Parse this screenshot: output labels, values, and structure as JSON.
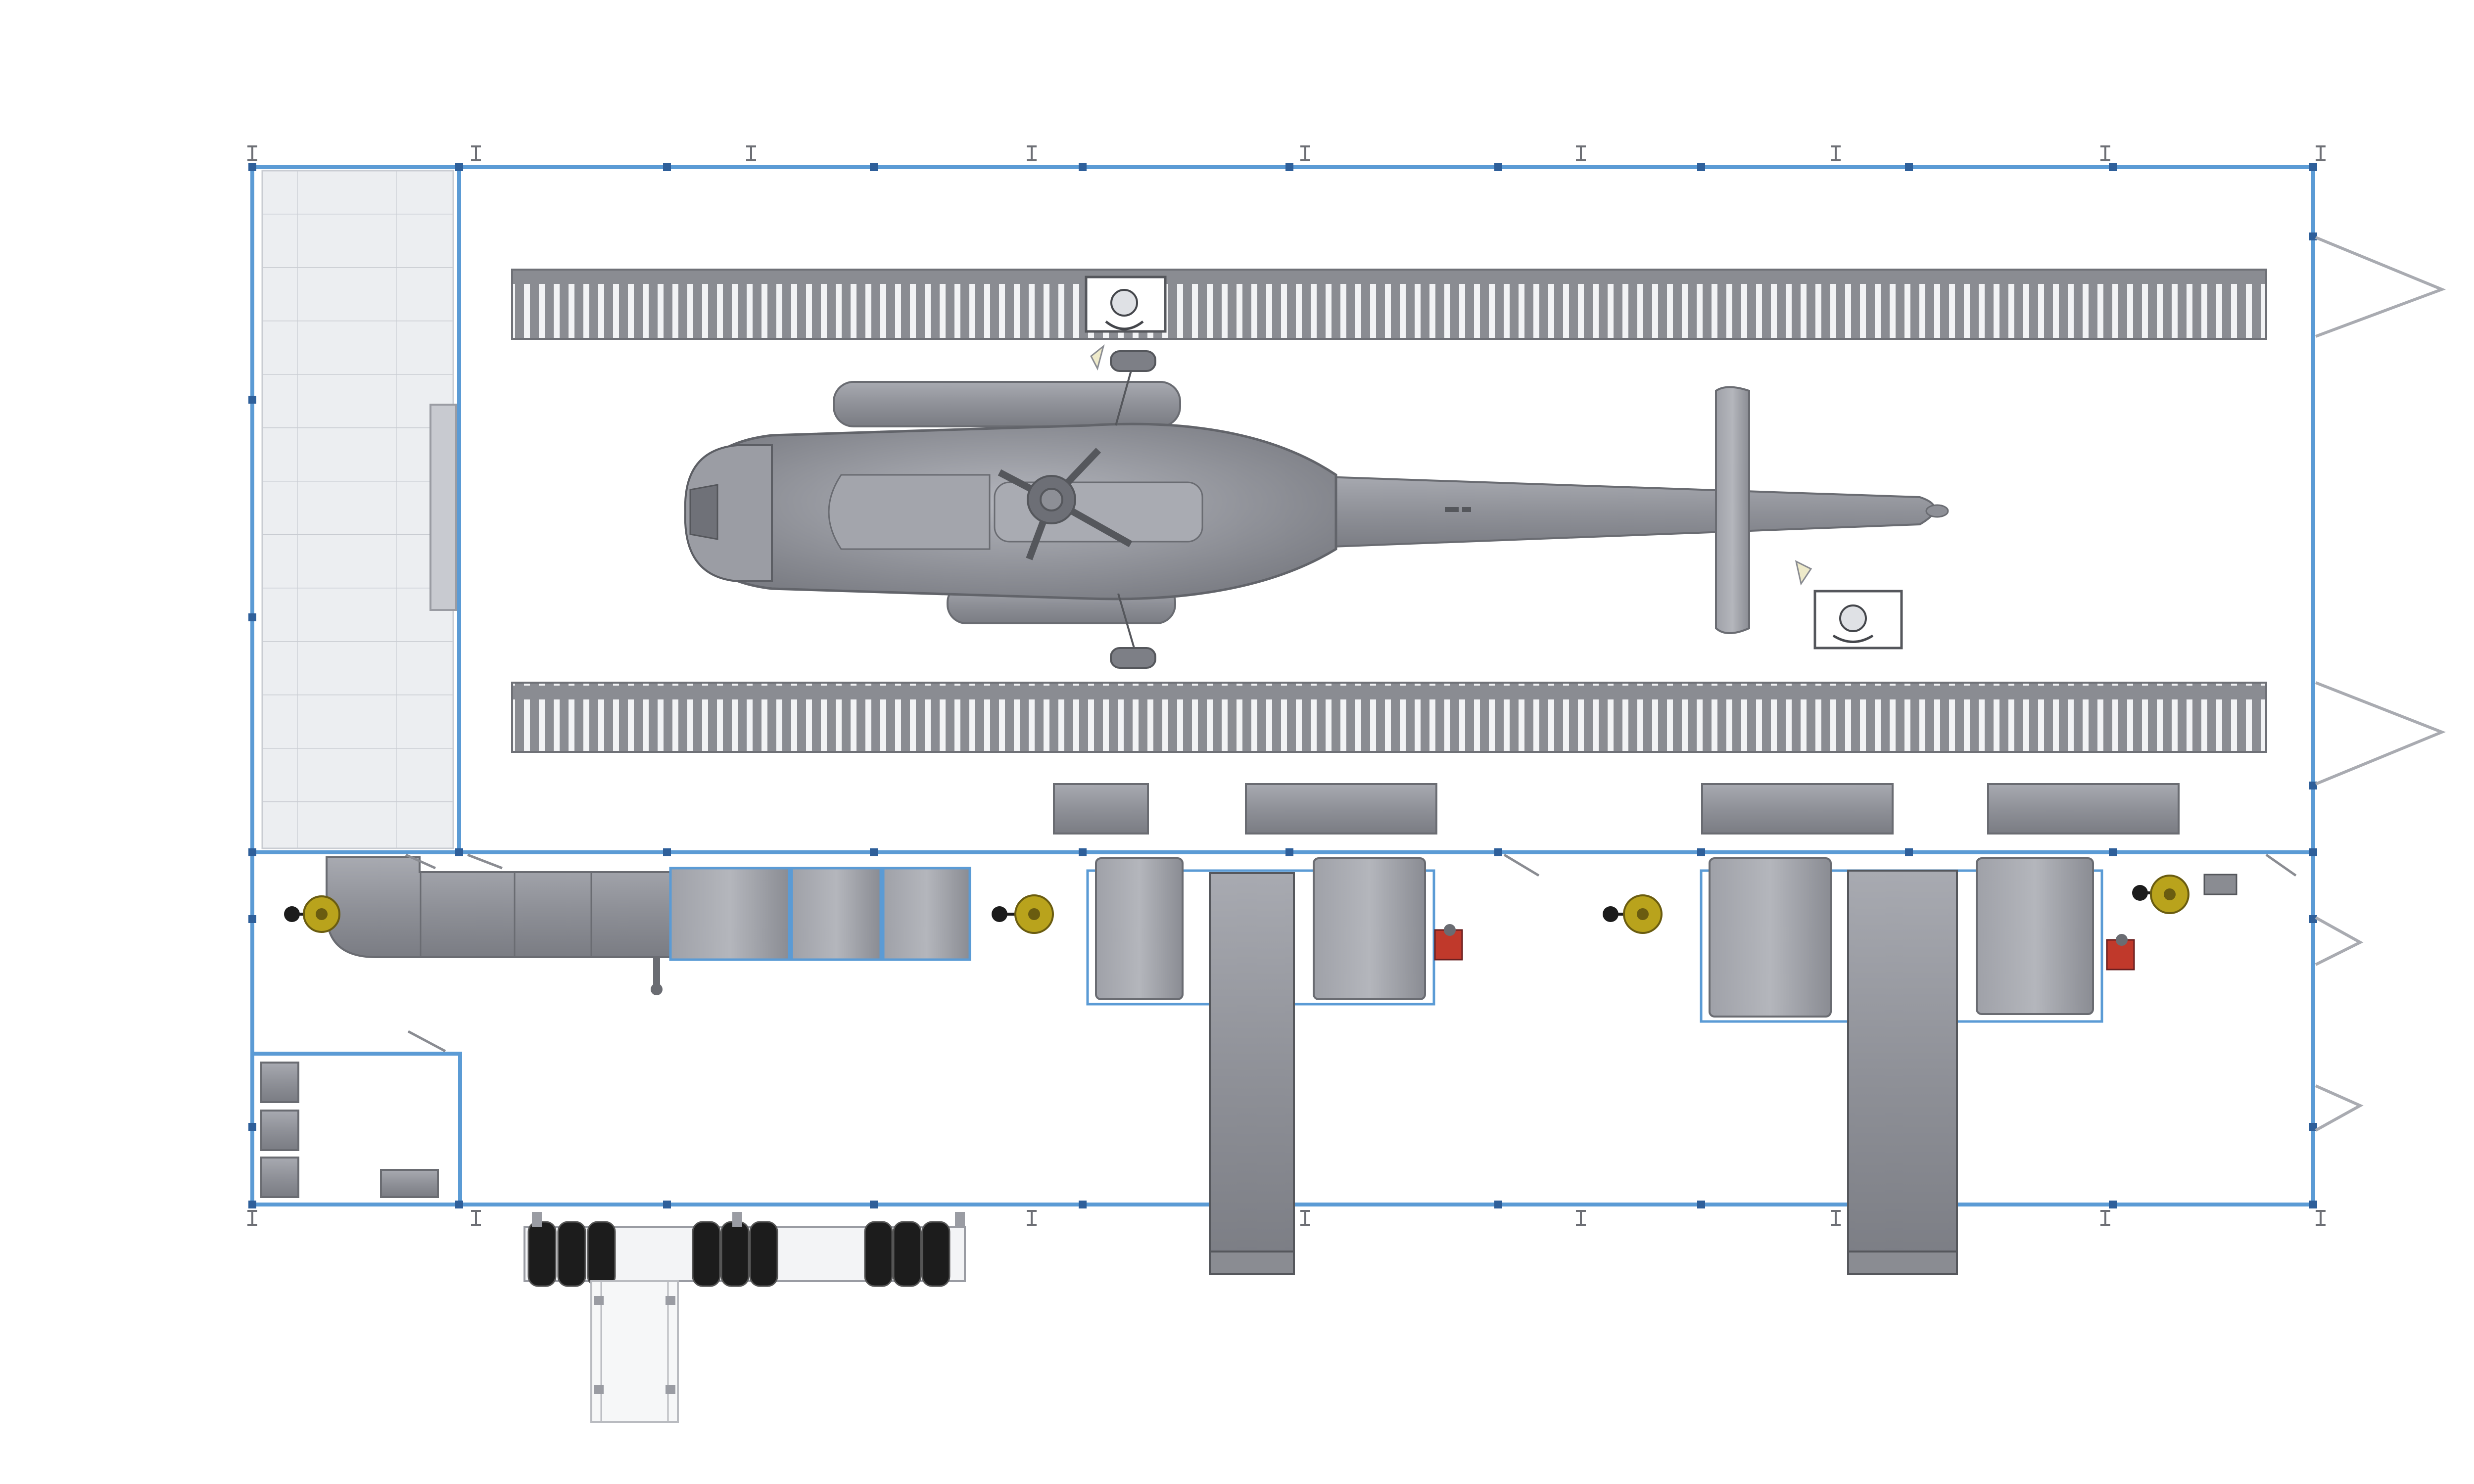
{
  "drawing": {
    "kind": "hangar floor plan (top view), no visible text",
    "colors": {
      "wall": "#5b9bd5",
      "equipment": "#9a9ca3",
      "equipment_dark": "#7e8088",
      "helicopter": "#8e9097",
      "tile_grid": "#e6e8ec",
      "reel_yellow": "#b9a31c",
      "reel_red": "#c0392b",
      "tire_black": "#1c1c1c"
    },
    "items": [
      "building-walls",
      "column-grid",
      "maintenance-platforms",
      "helicopter",
      "technicians",
      "workbenches",
      "exhaust-duct",
      "engine-test-stands",
      "air-reels",
      "storage-room",
      "tire-rack",
      "access-ramp"
    ]
  }
}
